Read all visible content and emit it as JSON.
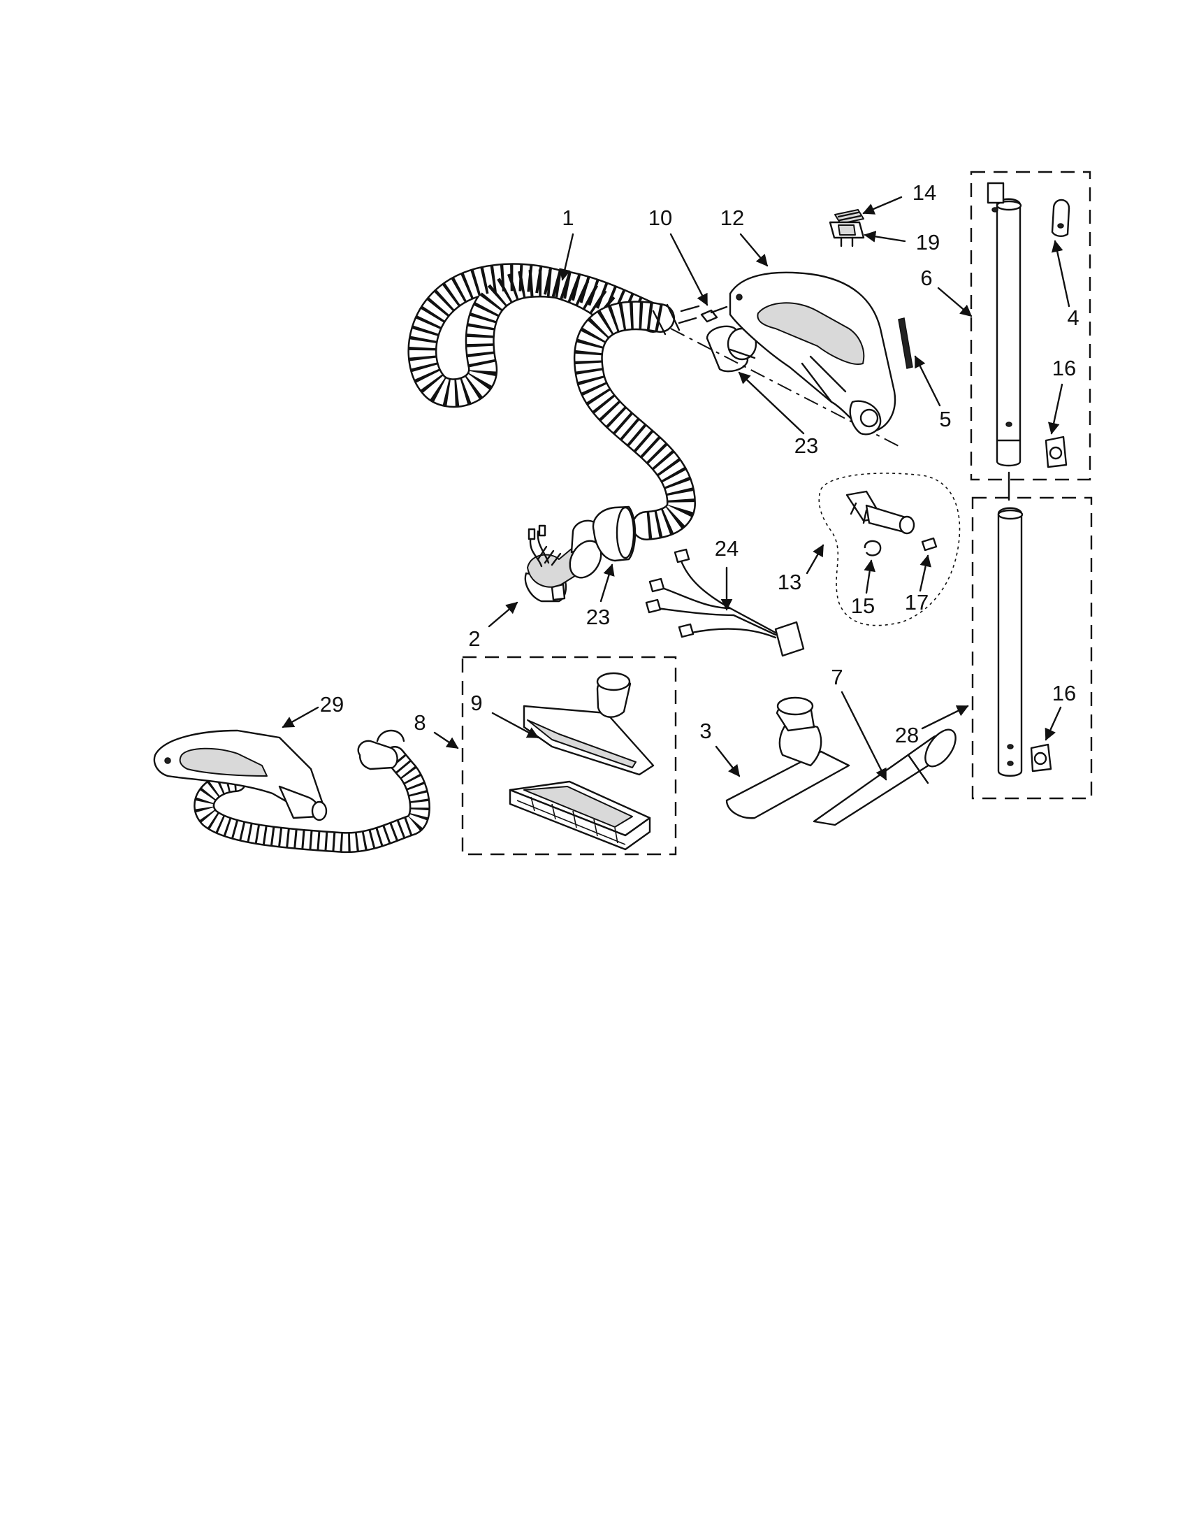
{
  "callouts": {
    "c1": "1",
    "c2": "2",
    "c3": "3",
    "c4": "4",
    "c5": "5",
    "c6": "6",
    "c7": "7",
    "c8": "8",
    "c9": "9",
    "c10": "10",
    "c12": "12",
    "c13": "13",
    "c14": "14",
    "c15": "15",
    "c16a": "16",
    "c16b": "16",
    "c17": "17",
    "c19": "19",
    "c23a": "23",
    "c23b": "23",
    "c24": "24",
    "c28": "28",
    "c29": "29"
  }
}
